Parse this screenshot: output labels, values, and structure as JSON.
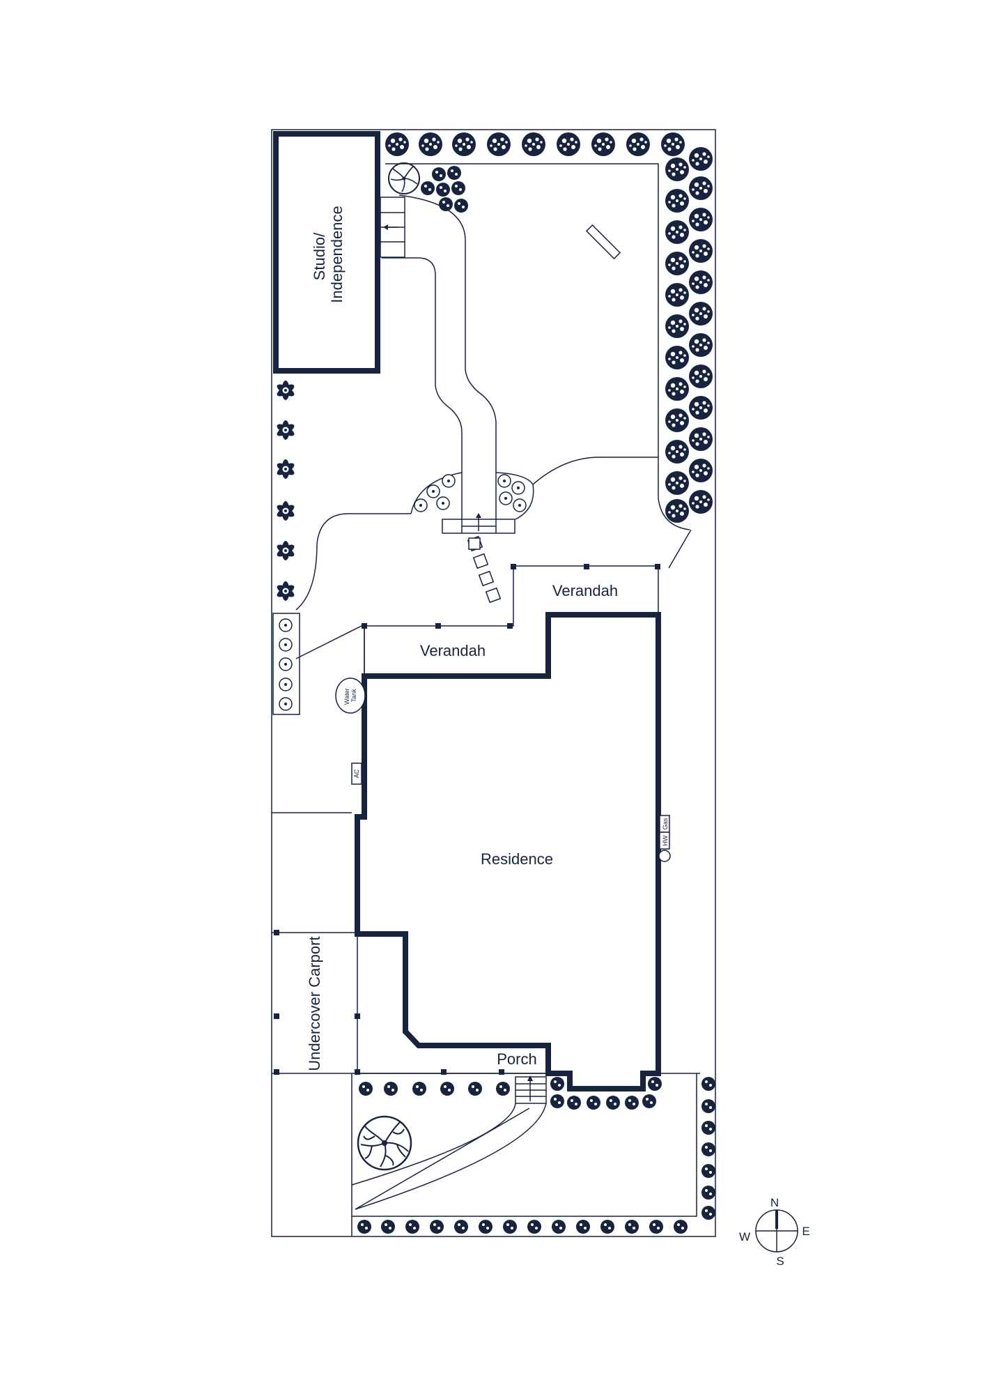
{
  "colors": {
    "ink": "#17233f",
    "background": "#ffffff"
  },
  "labels": {
    "studio_line1": "Studio/",
    "studio_line2": "Independence",
    "verandah_upper": "Verandah",
    "verandah_lower": "Verandah",
    "residence": "Residence",
    "porch": "Porch",
    "carport": "Undercover Carport",
    "water_tank_line1": "Water",
    "water_tank_line2": "Tank",
    "ac": "AC",
    "hw": "HW",
    "gas": "Gas"
  },
  "compass": {
    "north": "N",
    "east": "E",
    "south": "S",
    "west": "W"
  },
  "icons": {
    "hedge_shrub": "bush-icon",
    "round_tree": "tree-icon",
    "flower_plant": "flower-icon",
    "small_shrub": "circle-shrub-icon",
    "step_arrow": "arrow-up-icon"
  }
}
